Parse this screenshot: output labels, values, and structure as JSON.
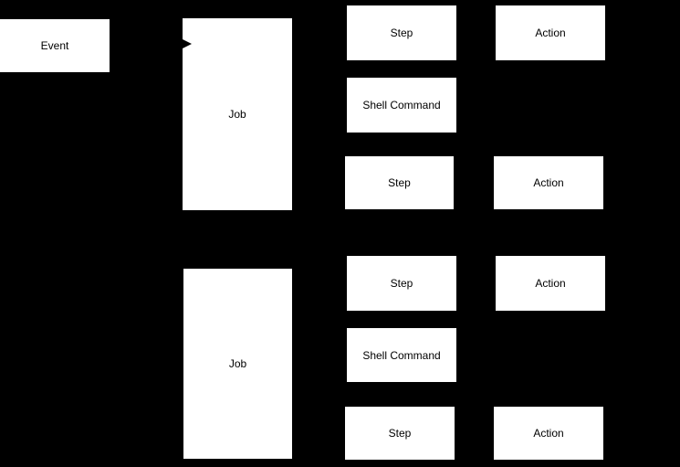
{
  "diagram": {
    "background_color": "#000000",
    "node_fill_color": "#ffffff",
    "node_text_color": "#000000",
    "nodes": {
      "event": {
        "label": "Event"
      },
      "job1": {
        "label": "Job"
      },
      "job2": {
        "label": "Job"
      },
      "step1": {
        "label": "Step"
      },
      "step2": {
        "label": "Step"
      },
      "step3": {
        "label": "Step"
      },
      "step4": {
        "label": "Step"
      },
      "shell1": {
        "label": "Shell Command"
      },
      "shell2": {
        "label": "Shell Command"
      },
      "action1": {
        "label": "Action"
      },
      "action2": {
        "label": "Action"
      },
      "action3": {
        "label": "Action"
      },
      "action4": {
        "label": "Action"
      }
    },
    "connector": {
      "type": "arrow-right",
      "target": "job1",
      "color": "#000000"
    }
  }
}
